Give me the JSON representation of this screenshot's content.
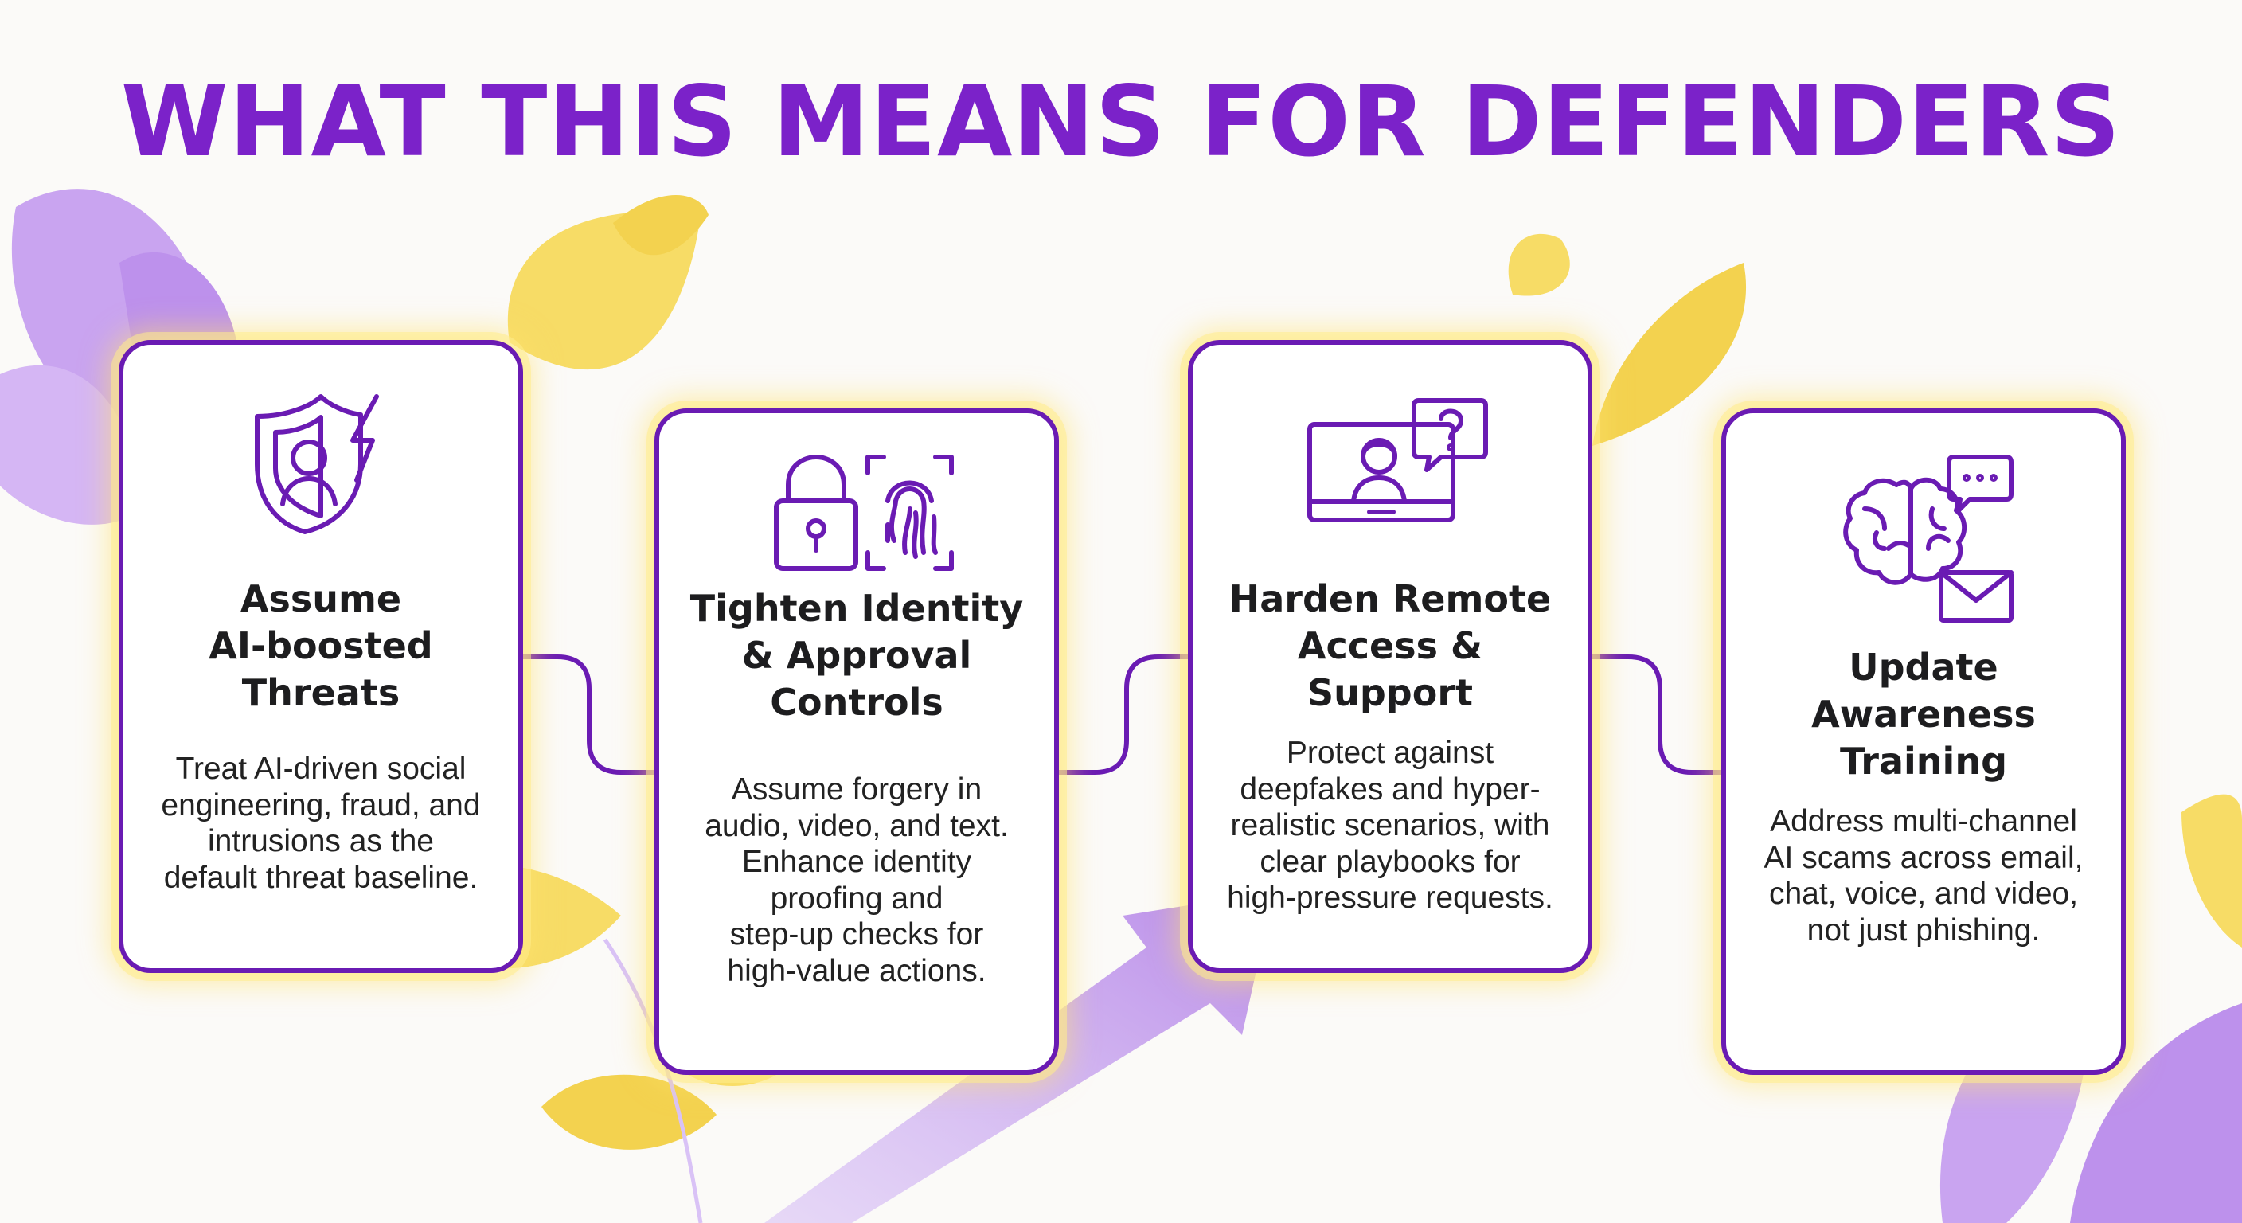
{
  "title": "WHAT THIS MEANS FOR DEFENDERS",
  "colors": {
    "accent": "#6a1bb3",
    "title": "#7b22c9",
    "glow": "#ffe16e",
    "leaf_purple": "#c9a4f0",
    "leaf_yellow": "#f7dc66"
  },
  "cards": [
    {
      "icon": "shield-person-lightning-icon",
      "title_lines": [
        "Assume",
        "AI-boosted",
        "Threats"
      ],
      "body_lines": [
        "Treat AI-driven social",
        "engineering, fraud, and",
        "intrusions as the",
        "default threat baseline."
      ]
    },
    {
      "icon": "padlock-fingerprint-icon",
      "title_lines": [
        "Tighten Identity",
        "& Approval",
        "Controls"
      ],
      "body_lines": [
        "Assume forgery in",
        "audio, video, and text.",
        "Enhance identity",
        "proofing and",
        "step-up checks for",
        "high-value actions."
      ]
    },
    {
      "icon": "video-call-question-icon",
      "title_lines": [
        "Harden Remote",
        "Access &",
        "Support"
      ],
      "body_lines": [
        "Protect against",
        "deepfakes and hyper-",
        "realistic scenarios, with",
        "clear playbooks for",
        "high-pressure requests."
      ]
    },
    {
      "icon": "brain-chat-mail-icon",
      "title_lines": [
        "Update",
        "Awareness",
        "Training"
      ],
      "body_lines": [
        "Address multi-channel",
        "AI scams across email,",
        "chat, voice, and video,",
        "not just phishing."
      ]
    }
  ]
}
